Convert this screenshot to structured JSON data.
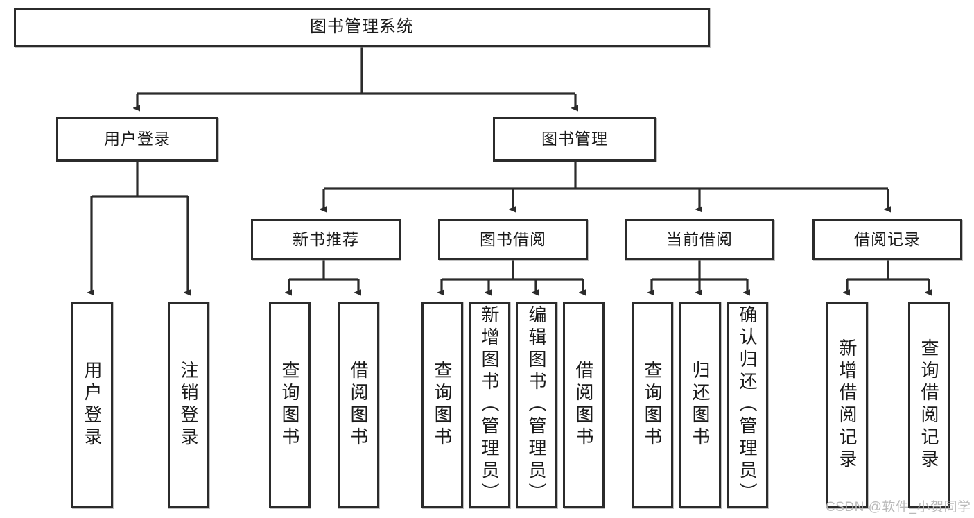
{
  "diagram": {
    "type": "tree-hierarchy",
    "title": "图书管理系统",
    "watermark": "CSDN @软件_小贺同学",
    "colors": {
      "box_border": "#2b2b2b",
      "box_fill": "#ffffff",
      "edge": "#2b2b2b",
      "text": "#1a1a1a",
      "watermark": "#b9b9b9",
      "background": "#ffffff"
    },
    "nodes": {
      "root": {
        "label": "图书管理系统"
      },
      "level2": [
        {
          "id": "user-login",
          "label": "用户登录"
        },
        {
          "id": "book-manage",
          "label": "图书管理"
        }
      ],
      "level3": [
        {
          "id": "new-book-recommend",
          "label": "新书推荐"
        },
        {
          "id": "book-borrow",
          "label": "图书借阅"
        },
        {
          "id": "current-borrow",
          "label": "当前借阅"
        },
        {
          "id": "borrow-record",
          "label": "借阅记录"
        }
      ],
      "leaves": {
        "user-login": [
          {
            "id": "leaf-user-login",
            "label": "用户登录"
          },
          {
            "id": "leaf-user-logout",
            "label": "注销登录"
          }
        ],
        "new-book-recommend": [
          {
            "id": "leaf-query-book-1",
            "label": "查询图书"
          },
          {
            "id": "leaf-borrow-book-1",
            "label": "借阅图书"
          }
        ],
        "book-borrow": [
          {
            "id": "leaf-query-book-2",
            "label": "查询图书"
          },
          {
            "id": "leaf-add-book",
            "label": "新增图书（管理员）"
          },
          {
            "id": "leaf-edit-book",
            "label": "编辑图书（管理员）"
          },
          {
            "id": "leaf-borrow-book-2",
            "label": "借阅图书"
          }
        ],
        "current-borrow": [
          {
            "id": "leaf-query-book-3",
            "label": "查询图书"
          },
          {
            "id": "leaf-return-book",
            "label": "归还图书"
          },
          {
            "id": "leaf-confirm-return",
            "label": "确认归还（管理员）"
          }
        ],
        "borrow-record": [
          {
            "id": "leaf-add-record",
            "label": "新增借阅记录"
          },
          {
            "id": "leaf-query-record",
            "label": "查询借阅记录"
          }
        ]
      }
    }
  }
}
